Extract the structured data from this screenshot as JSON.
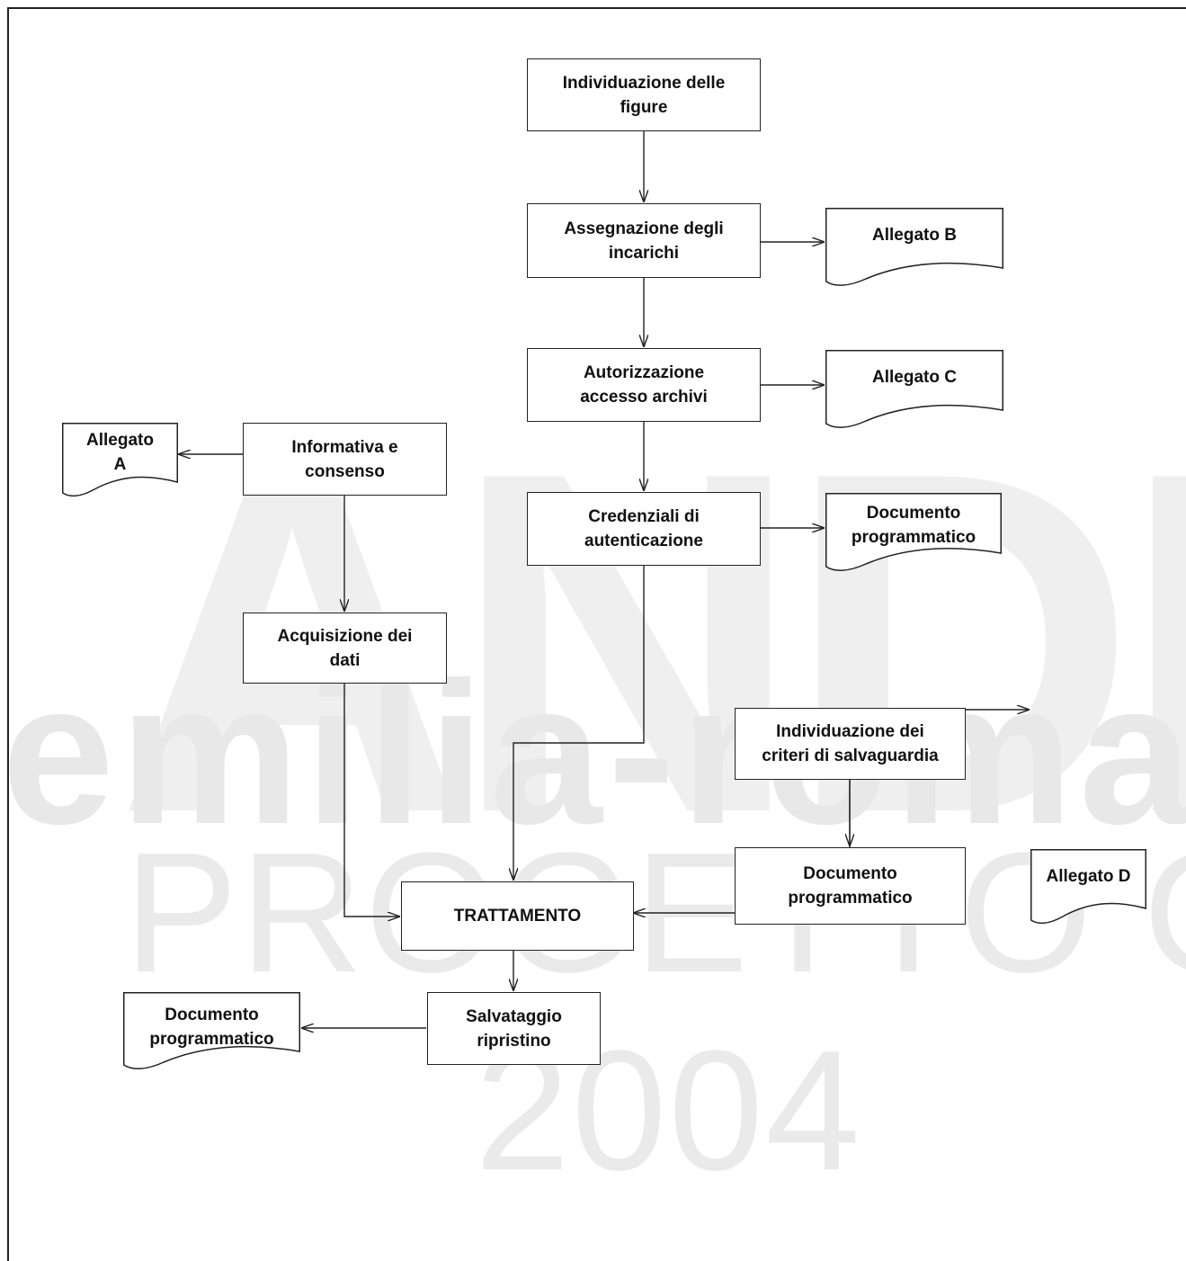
{
  "watermark": {
    "line1": "ANDI",
    "line2": "emilia-romagna",
    "line3": "PROGETTO QUALITÀ",
    "line4": "2004"
  },
  "colors": {
    "stroke": "#222222",
    "text": "#111111",
    "watermark": "#eaeaea"
  },
  "boxes": {
    "individuazione_figure": "Individuazione delle\nfigure",
    "assegnazione_incarichi": "Assegnazione degli\nincarichi",
    "autorizzazione_accesso": "Autorizzazione\naccesso archivi",
    "credenziali": "Credenziali di\nautenticazione",
    "informativa": "Informativa e\nconsenso",
    "acquisizione": "Acquisizione dei\ndati",
    "criteri_salvaguardia": "Individuazione dei\ncriteri di  salvaguardia",
    "documento_programmatico": "Documento\nprogrammatico",
    "trattamento": "TRATTAMENTO",
    "salvataggio": "Salvataggio\nripristino"
  },
  "documents": {
    "allegato_b": "Allegato B",
    "allegato_c": "Allegato C",
    "allegato_a": "Allegato\nA",
    "doc_credenziali": "Documento\nprogrammatico",
    "allegato_d": "Allegato D",
    "doc_salvataggio": "Documento\nprogrammatico"
  }
}
